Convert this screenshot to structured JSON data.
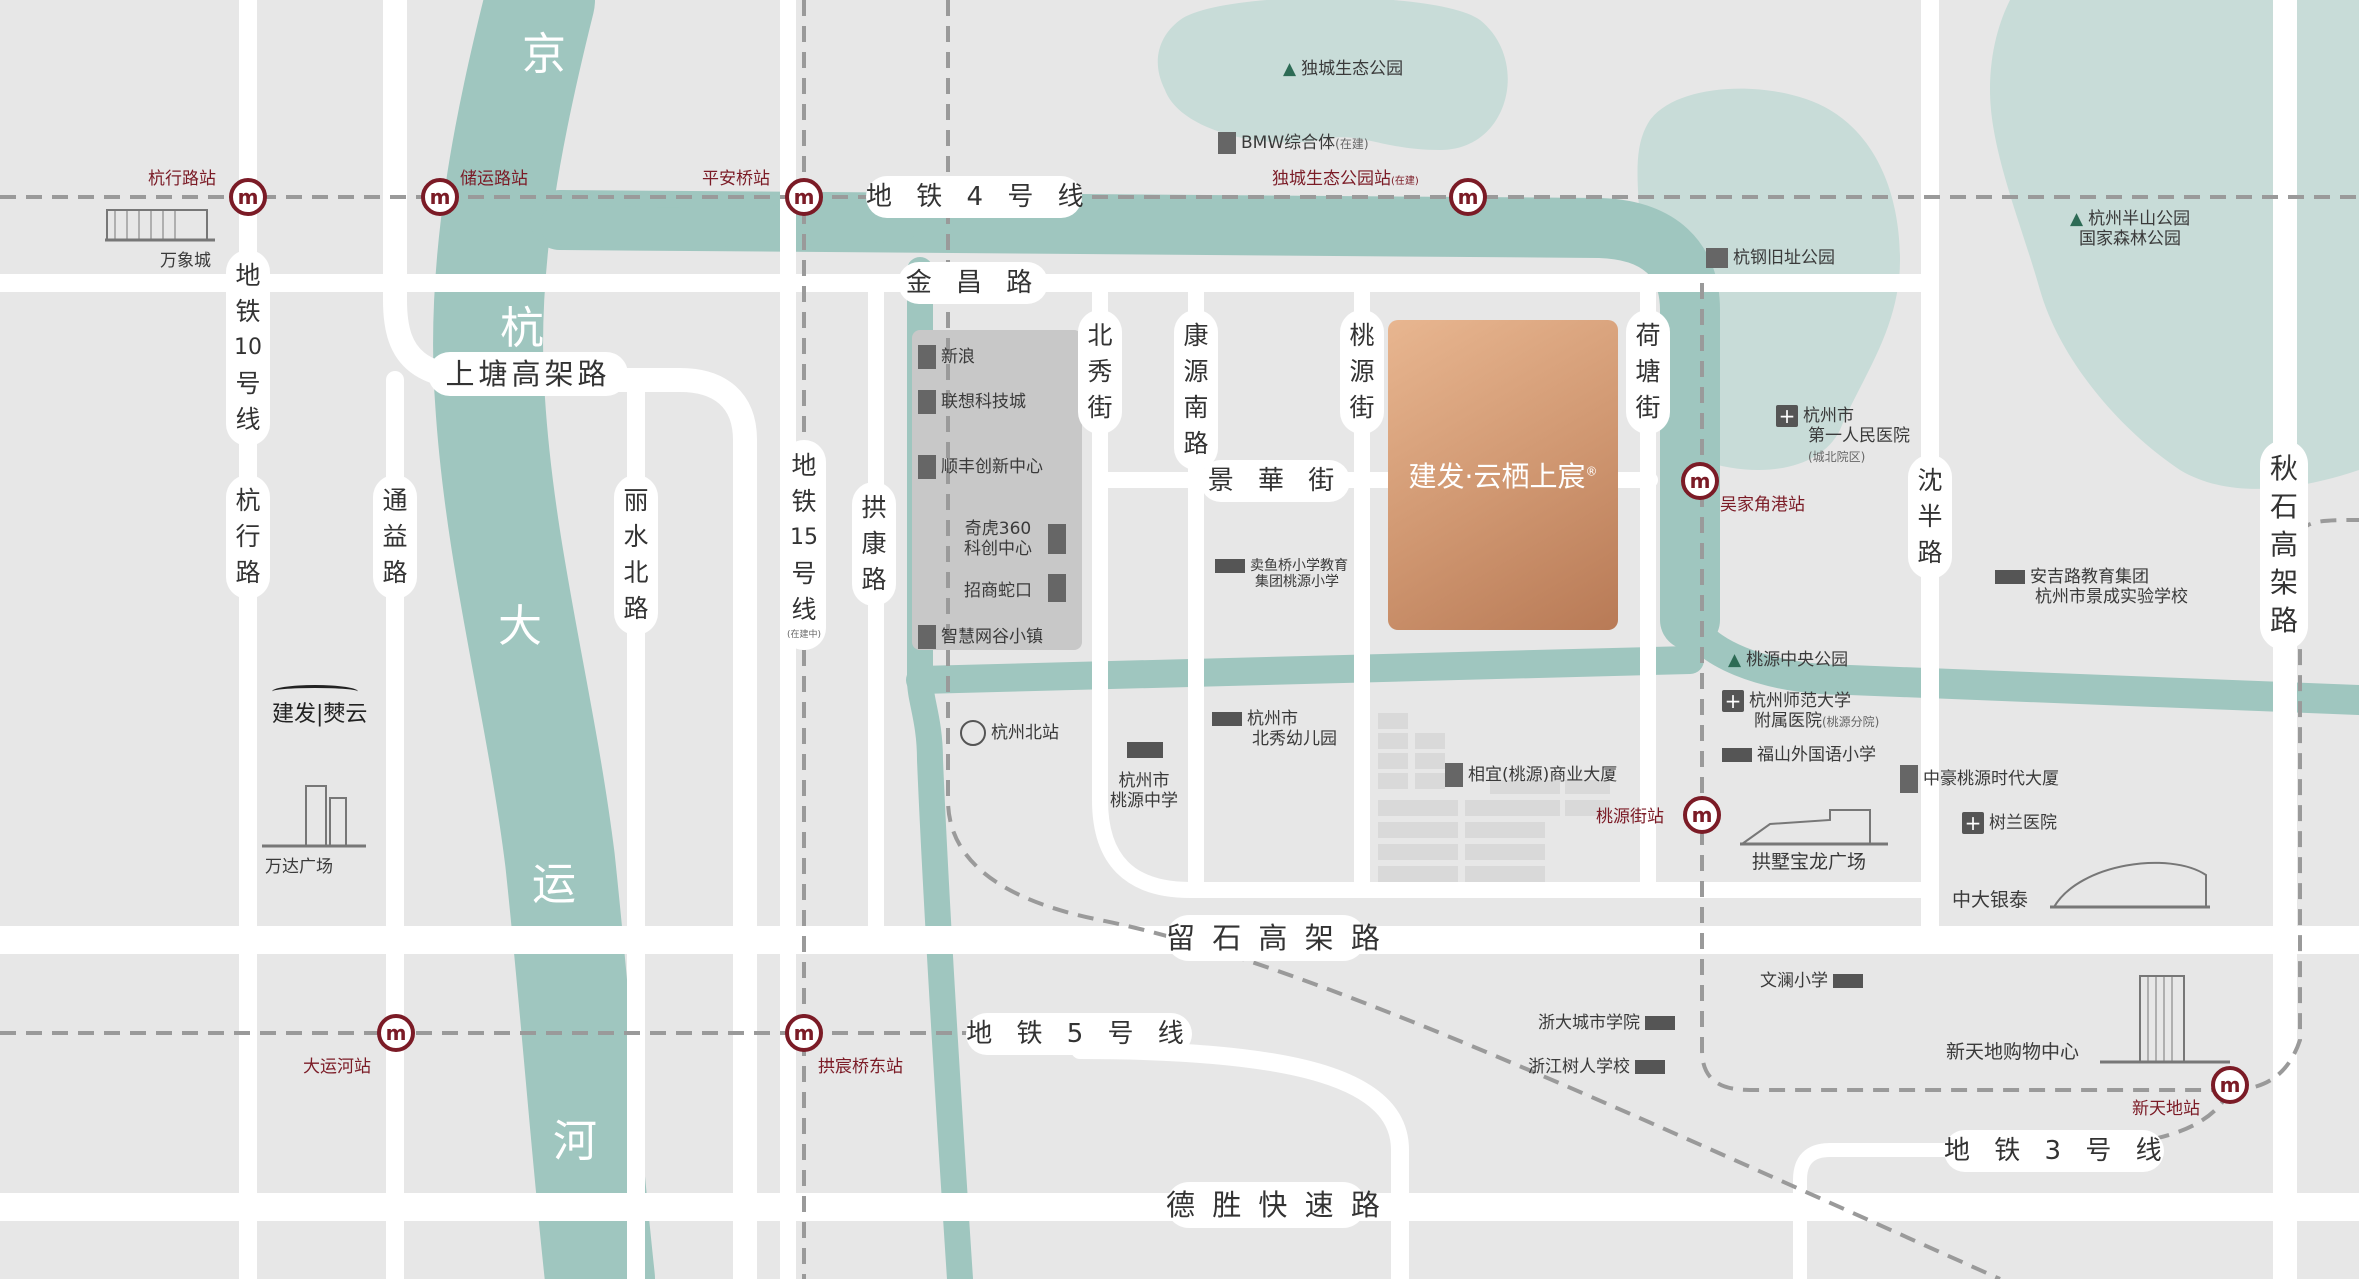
{
  "colors": {
    "background": "#e7e7e7",
    "canal": "#9fc6bf",
    "road": "#ffffff",
    "metro_line": "#9a9a9a",
    "station_red": "#7b1b26",
    "project": "#cf9670"
  },
  "canal": {
    "name_chars": [
      "京",
      "杭",
      "大",
      "运",
      "河"
    ]
  },
  "project": {
    "name": "建发·云栖上宸",
    "mark": "®"
  },
  "roads": {
    "metro4": "地 铁 4 号 线",
    "jinchang": "金 昌 路",
    "shangtang": "上塘高架路",
    "jinghua": "景 華 街",
    "liushi": "留 石 高 架 路",
    "metro5": "地 铁 5 号 线",
    "desheng": "德 胜 快 速 路",
    "metro3": "地 铁 3 号 线",
    "metro10": [
      "地",
      "铁",
      "10",
      "号",
      "线"
    ],
    "hangxing": [
      "杭",
      "行",
      "路"
    ],
    "tongyi": [
      "通",
      "益",
      "路"
    ],
    "lishuibei": [
      "丽",
      "水",
      "北",
      "路"
    ],
    "metro15": [
      "地",
      "铁",
      "15",
      "号",
      "线"
    ],
    "metro15_note": "(在建中)",
    "gongkang": [
      "拱",
      "康",
      "路"
    ],
    "beixiu": [
      "北",
      "秀",
      "街"
    ],
    "kangyuannan": [
      "康",
      "源",
      "南",
      "路"
    ],
    "taoyuan": [
      "桃",
      "源",
      "街"
    ],
    "hetang": [
      "荷",
      "塘",
      "街"
    ],
    "shenban": [
      "沈",
      "半",
      "路"
    ],
    "qiushi": [
      "秋",
      "石",
      "高",
      "架",
      "路"
    ]
  },
  "stations": {
    "hangxing": "杭行路站",
    "chuyun": "储运路站",
    "pingan": "平安桥站",
    "ducheng": "独城生态公园站",
    "ducheng_note": "(在建)",
    "wujiajiaogang": "吴家角港站",
    "taoyuanjie": "桃源街站",
    "dayunhe": "大运河站",
    "gongchenqiaodong": "拱宸桥东站",
    "xintiandi": "新天地站"
  },
  "pois": {
    "duchengpark": "独城生态公园",
    "bmw": "BMW综合体",
    "bmw_note": "(在建)",
    "wanxiangcheng": "万象城",
    "ganggang": "杭钢旧址公园",
    "banshan_1": "杭州半山公园",
    "banshan_2": "国家森林公园",
    "xinlang": "新浪",
    "lianxiang": "联想科技城",
    "shunfeng": "顺丰创新中心",
    "qihu_1": "奇虎360",
    "qihu_2": "科创中心",
    "zhaoshang": "招商蛇口",
    "zhihui": "智慧网谷小镇",
    "hospital1_1": "杭州市",
    "hospital1_2": "第一人民医院",
    "hospital1_note": "(城北院区)",
    "maiyuqiao_1": "卖鱼桥小学教育",
    "maiyuqiao_2": "集团桃源小学",
    "anji_1": "安吉路教育集团",
    "anji_2": "杭州市景成实验学校",
    "taoyuanpark": "桃源中央公园",
    "shida_1": "杭州师范大学",
    "shida_2": "附属医院",
    "shida_note": "(桃源分院)",
    "fushan": "福山外国语小学",
    "zhonghao": "中豪桃源时代大厦",
    "shulan": "树兰医院",
    "beizhan": "杭州北站",
    "taoyuanzhongxue_1": "杭州市",
    "taoyuanzhongxue_2": "桃源中学",
    "beixiuyou_1": "杭州市",
    "beixiuyou_2": "北秀幼儿园",
    "xiangyi": "相宜(桃源)商业大厦",
    "baolong": "拱墅宝龙广场",
    "zhongda": "中大银泰",
    "jianfa_logo": "建发|僰云",
    "wanda": "万达广场",
    "wenlan": "文澜小学",
    "zheda": "浙大城市学院",
    "shuren": "浙江树人学校",
    "xintiandi": "新天地购物中心"
  }
}
